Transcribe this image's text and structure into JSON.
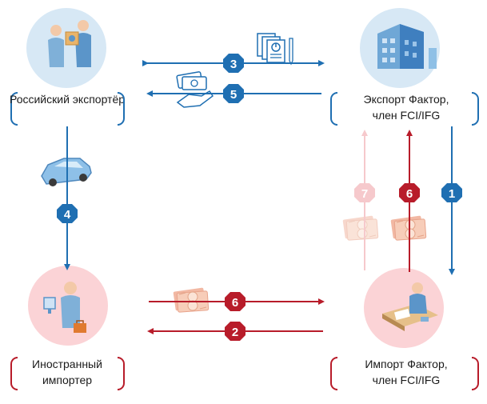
{
  "nodes": {
    "russian_exporter": "Российский экспортёр",
    "export_factor_line1": "Экспорт Фактор,",
    "export_factor_line2": "член FCI/IFG",
    "foreign_importer": "Иностранный импортер",
    "import_factor_line1": "Импорт Фактор,",
    "import_factor_line2": "член FCI/IFG"
  },
  "steps": {
    "s1": "1",
    "s2": "2",
    "s3": "3",
    "s4": "4",
    "s5": "5",
    "s6_horizontal": "6",
    "s6_vertical": "6",
    "s7": "7"
  },
  "colors": {
    "blue": "#1f6fb2",
    "red": "#b81c2a",
    "pink": "#f6c9cc",
    "light_blue": "#d7e8f5",
    "light_pink": "#fbd3d6"
  },
  "icons": [
    "people-handshake-icon",
    "bank-building-icon",
    "documents-icon",
    "money-hand-icon",
    "car-icon",
    "worker-computer-icon",
    "office-desk-icon",
    "banknotes-icon"
  ]
}
